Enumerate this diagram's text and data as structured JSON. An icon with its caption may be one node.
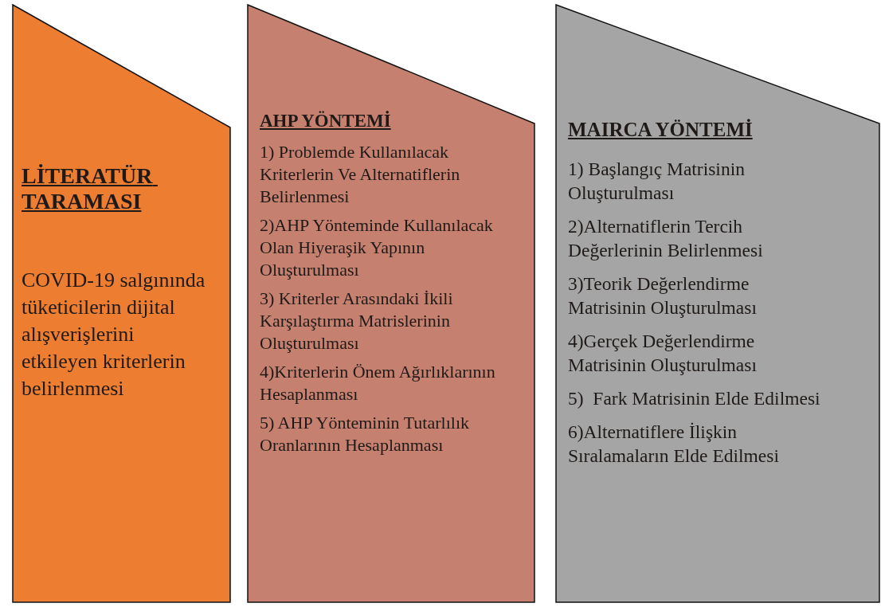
{
  "diagram": {
    "nodes": [
      {
        "text": [
          "LİTERATÜR TARAMASI",
          "COVID-19 salgınında tüketicilerin dijital alışverişlerini etkileyen kriterlerin belirlenmesi"
        ]
      },
      {
        "text": [
          "AHP YÖNTEMİ",
          "1) Problemde Kullanılacak Kriterlerin Ve Alternatiflerin Belirlenmesi",
          "2)AHP Yönteminde Kullanılacak Olan Hiyeraşik Yapının Oluşturulması",
          "3) Kriterler Arasındaki İkili Karşılaştırma Matrislerinin Oluşturulması",
          "4)Kriterlerin Önem Ağırlıklarının  Hesaplanması",
          "5) AHP Yönteminin Tutarlılık Oranlarının Hesaplanması"
        ]
      },
      {
        "text": [
          "MAIRCA YÖNTEMİ",
          "1) Başlangıç Matrisinin Oluşturulması",
          "2)Alternatiflerin Tercih Değerlerinin Belirlenmesi",
          "3)Teorik Değerlendirme Matrisinin Oluşturulması",
          "4)Gerçek Değerlendirme Matrisinin Oluşturulması",
          "5)  Fark Matrisinin Elde Edilmesi",
          "6)Alternatiflere İlişkin Sıralamaların Elde Edilmesi"
        ]
      }
    ]
  }
}
